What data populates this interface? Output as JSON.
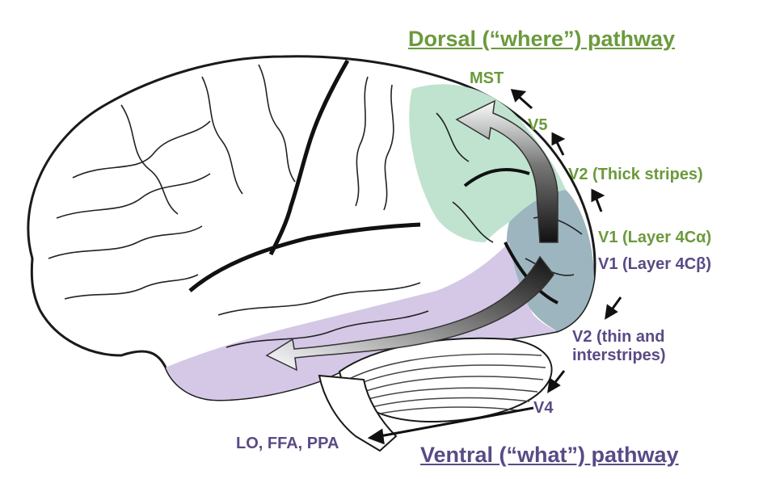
{
  "titles": {
    "dorsal": "Dorsal (“where”) pathway",
    "ventral": "Ventral (“what”) pathway"
  },
  "dorsal_labels": {
    "mst": "MST",
    "v5": "V5",
    "v2_thick": "V2 (Thick stripes)",
    "v1_4ca": "V1 (Layer 4Cα)"
  },
  "ventral_labels": {
    "v1_4cb": "V1 (Layer 4Cβ)",
    "v2_thin": "V2 (thin and interstripes)",
    "v4": "V4",
    "lo_ffa_ppa": "LO, FFA, PPA"
  },
  "colors": {
    "dorsal_text": "#6b9a3c",
    "ventral_text": "#5a4a86",
    "dorsal_region": "#bfe3cf",
    "ventral_region": "#d4c8e6",
    "v1_region": "#9db5bf",
    "brain_outline": "#1a1a1a"
  }
}
